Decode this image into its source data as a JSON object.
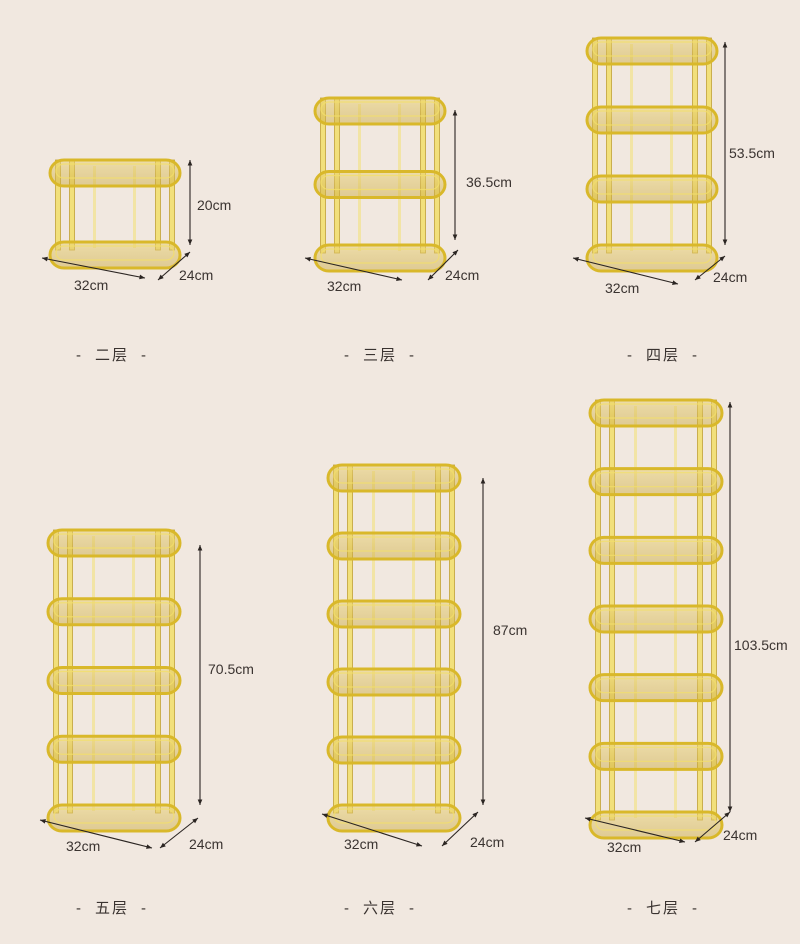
{
  "variants": [
    {
      "tiers_label": "二层",
      "height": "20cm",
      "width": "32cm",
      "depth": "24cm",
      "shelves": 2
    },
    {
      "tiers_label": "三层",
      "height": "36.5cm",
      "width": "32cm",
      "depth": "24cm",
      "shelves": 3
    },
    {
      "tiers_label": "四层",
      "height": "53.5cm",
      "width": "32cm",
      "depth": "24cm",
      "shelves": 4
    },
    {
      "tiers_label": "五层",
      "height": "70.5cm",
      "width": "32cm",
      "depth": "24cm",
      "shelves": 5
    },
    {
      "tiers_label": "六层",
      "height": "87cm",
      "width": "32cm",
      "depth": "24cm",
      "shelves": 6
    },
    {
      "tiers_label": "七层",
      "height": "103.5cm",
      "width": "32cm",
      "depth": "24cm",
      "shelves": 7
    }
  ],
  "dash": "-",
  "colors": {
    "background": "#f1e8e0",
    "gold": "#d9b82a",
    "gold_dark": "#b8951a",
    "gold_light": "#f3df6a"
  }
}
